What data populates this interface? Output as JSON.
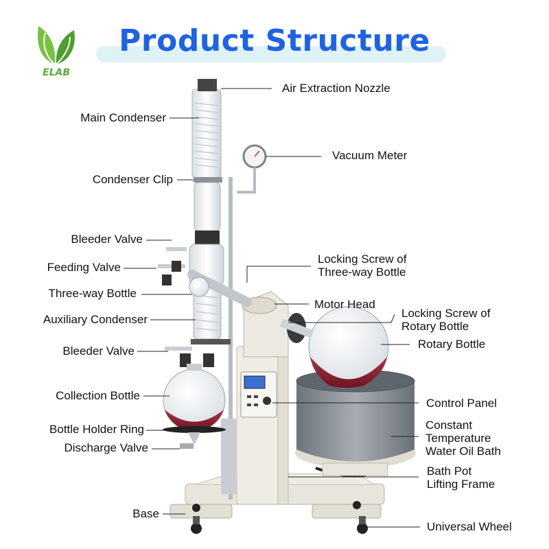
{
  "header": {
    "title": "Product Structure"
  },
  "logo": {
    "text": "ELAB",
    "color": "#5cab3a"
  },
  "colors": {
    "title": "#1f63e0",
    "band": "#dff2f6",
    "liquid": "#8a1f2c",
    "frame": "#e6e3d9",
    "bath": "#8d9399"
  },
  "labels_left": [
    "Main Condenser",
    "Condenser Clip",
    "Bleeder Valve",
    "Feeding Valve",
    "Three-way Bottle",
    "Auxiliary Condenser",
    "Bleeder Valve",
    "Collection Bottle",
    "Bottle Holder Ring",
    "Discharge Valve",
    "Base"
  ],
  "labels_right": [
    "Air Extraction Nozzle",
    "Vacuum Meter",
    [
      "Locking Screw of",
      "Three-way Bottle"
    ],
    "Motor Head",
    [
      "Locking Screw of",
      "Rotary Bottle"
    ],
    "Rotary Bottle",
    "Control Panel",
    [
      "Constant",
      "Temperature",
      "Water Oil Bath"
    ],
    [
      "Bath Pot",
      "Lifting Frame"
    ],
    "Universal Wheel"
  ]
}
